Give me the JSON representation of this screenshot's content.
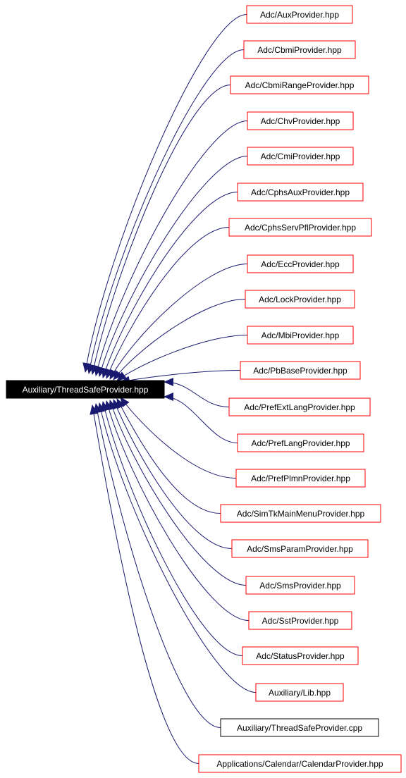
{
  "root": {
    "label": "Auxiliary/ThreadSafeProvider.hpp",
    "fill": "#000000",
    "text_color": "#ffffff"
  },
  "colors": {
    "edge": "#191970",
    "documented_border": "#ff0000",
    "undocumented_border": "#000000"
  },
  "includers": [
    {
      "label": "Adc/AuxProvider.hpp",
      "border": "red"
    },
    {
      "label": "Adc/CbmiProvider.hpp",
      "border": "red"
    },
    {
      "label": "Adc/CbmiRangeProvider.hpp",
      "border": "red"
    },
    {
      "label": "Adc/ChvProvider.hpp",
      "border": "red"
    },
    {
      "label": "Adc/CmiProvider.hpp",
      "border": "red"
    },
    {
      "label": "Adc/CphsAuxProvider.hpp",
      "border": "red"
    },
    {
      "label": "Adc/CphsServPflProvider.hpp",
      "border": "red"
    },
    {
      "label": "Adc/EccProvider.hpp",
      "border": "red"
    },
    {
      "label": "Adc/LockProvider.hpp",
      "border": "red"
    },
    {
      "label": "Adc/MbiProvider.hpp",
      "border": "red"
    },
    {
      "label": "Adc/PbBaseProvider.hpp",
      "border": "red"
    },
    {
      "label": "Adc/PrefExtLangProvider.hpp",
      "border": "red"
    },
    {
      "label": "Adc/PrefLangProvider.hpp",
      "border": "red"
    },
    {
      "label": "Adc/PrefPlmnProvider.hpp",
      "border": "red"
    },
    {
      "label": "Adc/SimTkMainMenuProvider.hpp",
      "border": "red"
    },
    {
      "label": "Adc/SmsParamProvider.hpp",
      "border": "red"
    },
    {
      "label": "Adc/SmsProvider.hpp",
      "border": "red"
    },
    {
      "label": "Adc/SstProvider.hpp",
      "border": "red"
    },
    {
      "label": "Adc/StatusProvider.hpp",
      "border": "red"
    },
    {
      "label": "Auxiliary/Lib.hpp",
      "border": "red"
    },
    {
      "label": "Auxiliary/ThreadSafeProvider.cpp",
      "border": "black"
    },
    {
      "label": "Applications/Calendar/CalendarProvider.hpp",
      "border": "red"
    }
  ]
}
